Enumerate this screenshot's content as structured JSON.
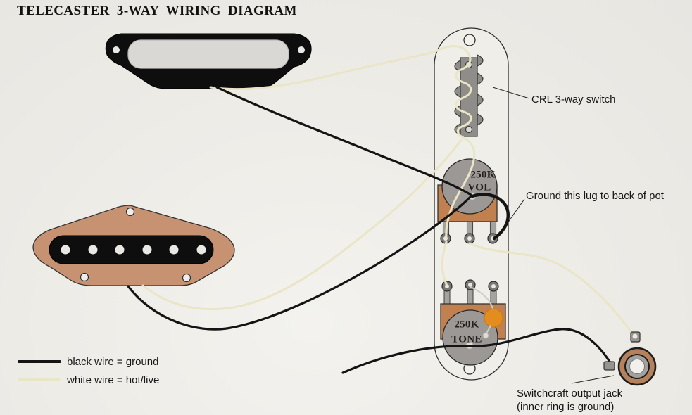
{
  "title": "TELECASTER 3-WAY WIRING DIAGRAM",
  "labels": {
    "switch_label": "CRL 3-way switch",
    "ground_lug_label": "Ground this lug to back of pot",
    "output_jack_label_line1": "Switchcraft output jack",
    "output_jack_label_line2": "(inner ring is ground)"
  },
  "components": {
    "volume_pot": {
      "value": "250K",
      "name": "VOL"
    },
    "tone_pot": {
      "value": "250K",
      "name": "TONE"
    },
    "switch": "CRL 3-way switch",
    "output_jack": "Switchcraft output jack"
  },
  "legend": [
    {
      "label": "black wire = ground",
      "color": "#141414"
    },
    {
      "label": "white wire = hot/live",
      "color": "#e9e5c6"
    }
  ],
  "colors": {
    "background": "#eeede9",
    "black_wire": "#141414",
    "white_wire": "#e9e5c6",
    "pot_body_copper": "#c1804f",
    "pickup_plate_copper": "#c79271",
    "pot_face_gray": "#9b9896",
    "capacitor_orange": "#e28d1d",
    "jack_copper": "#b5815c"
  }
}
